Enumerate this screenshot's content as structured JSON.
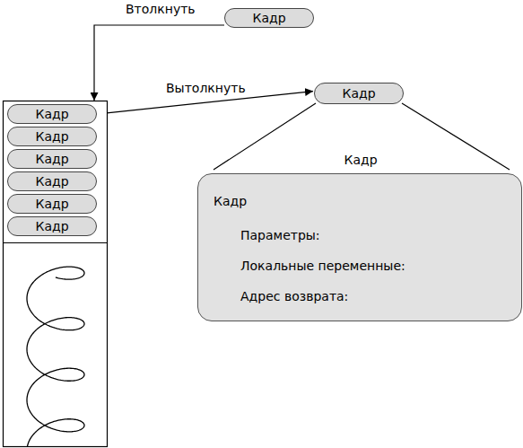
{
  "diagram": {
    "nodes": [
      {
        "text": [
          "Кадр"
        ]
      },
      {
        "text": [
          "Кадр"
        ]
      },
      {
        "text": [
          "Кадр"
        ]
      },
      {
        "text": [
          "Кадр"
        ]
      },
      {
        "text": [
          "Кадр"
        ]
      },
      {
        "text": [
          "Кадр"
        ]
      },
      {
        "text": [
          "Кадр"
        ]
      },
      {
        "text": [
          "Кадр"
        ]
      },
      {
        "text": [
          "Кадр",
          "Кадр",
          "Параметры:",
          "Локальные переменные:",
          "Адрес возврата:"
        ]
      }
    ],
    "edges": [
      {
        "from": 0,
        "to": 1,
        "arrow": "to",
        "label": "Втолкнуть"
      },
      {
        "from": 1,
        "to": 7,
        "arrow": "to",
        "label": "Вытолкнуть"
      },
      {
        "from": 7,
        "to": 8,
        "arrow": "none"
      },
      {
        "from": 7,
        "to": 8,
        "arrow": "none"
      }
    ]
  }
}
